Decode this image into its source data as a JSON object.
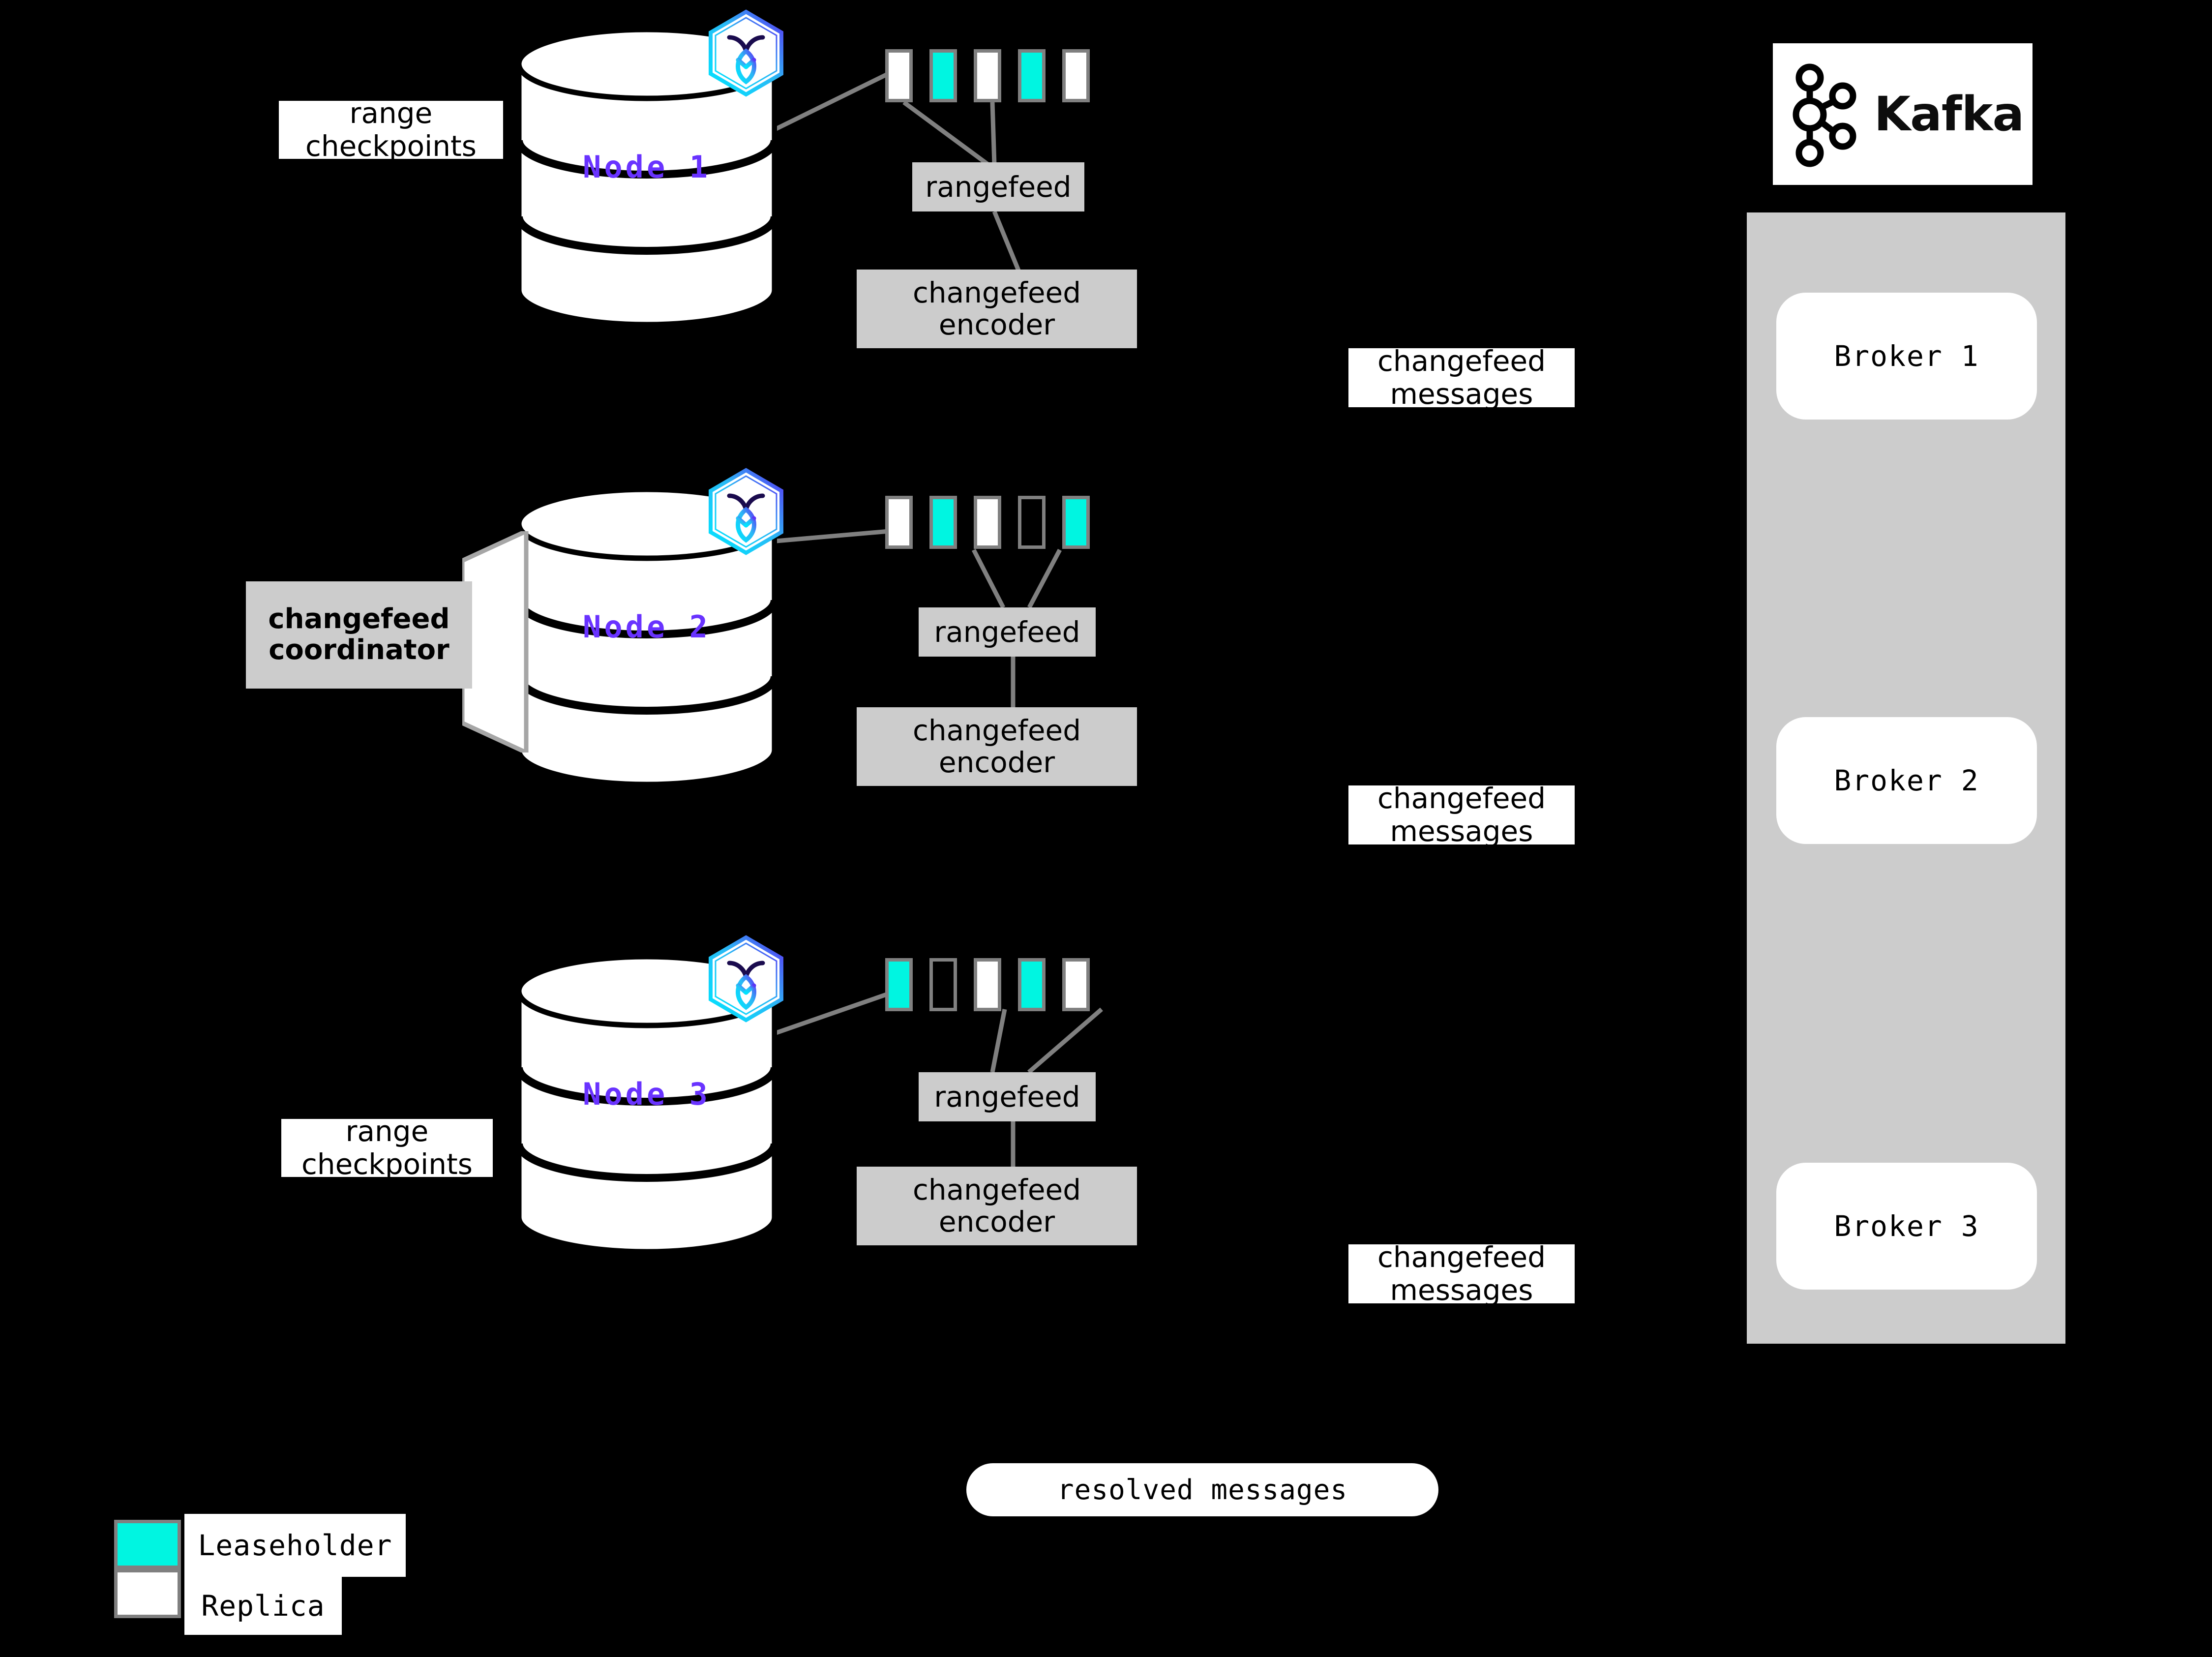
{
  "diagram": {
    "title": "CockroachDB changefeed to Kafka architecture",
    "background_color": "#000000"
  },
  "colors": {
    "leaseholder": "#00F5E1",
    "replica": "#FFFFFF",
    "node_label": "#6933FF",
    "process_box": "#CCCCCC",
    "cluster_panel": "#CCCCCC",
    "cell_border": "#808080",
    "connector": "#808080"
  },
  "nodes": [
    {
      "label": "Node 1",
      "rangefeed_label": "rangefeed",
      "encoder_label": "changefeed\nencoder",
      "replicas": [
        "replica",
        "leaseholder",
        "replica",
        "leaseholder",
        "replica"
      ]
    },
    {
      "label": "Node 2",
      "rangefeed_label": "rangefeed",
      "encoder_label": "changefeed\nencoder",
      "replicas": [
        "replica",
        "leaseholder",
        "replica",
        "none",
        "leaseholder"
      ]
    },
    {
      "label": "Node 3",
      "rangefeed_label": "rangefeed",
      "encoder_label": "changefeed\nencoder",
      "replicas": [
        "leaseholder",
        "none",
        "replica",
        "leaseholder",
        "replica"
      ]
    }
  ],
  "annotations": {
    "range_checkpoints_top": "range\ncheckpoints",
    "range_checkpoints_bottom": "range\ncheckpoints",
    "changefeed_coordinator": "changefeed\ncoordinator",
    "changefeed_messages_1": "changefeed\nmessages",
    "changefeed_messages_2": "changefeed\nmessages",
    "changefeed_messages_3": "changefeed\nmessages",
    "resolved_messages": "resolved messages"
  },
  "kafka": {
    "logo_wordmark": "Kafka",
    "logo_icon": "kafka-node-graph-icon",
    "brokers": [
      "Broker 1",
      "Broker 2",
      "Broker 3"
    ]
  },
  "legend": {
    "items": [
      {
        "swatch": "leaseholder",
        "label": "Leaseholder"
      },
      {
        "swatch": "replica",
        "label": "Replica"
      }
    ]
  }
}
